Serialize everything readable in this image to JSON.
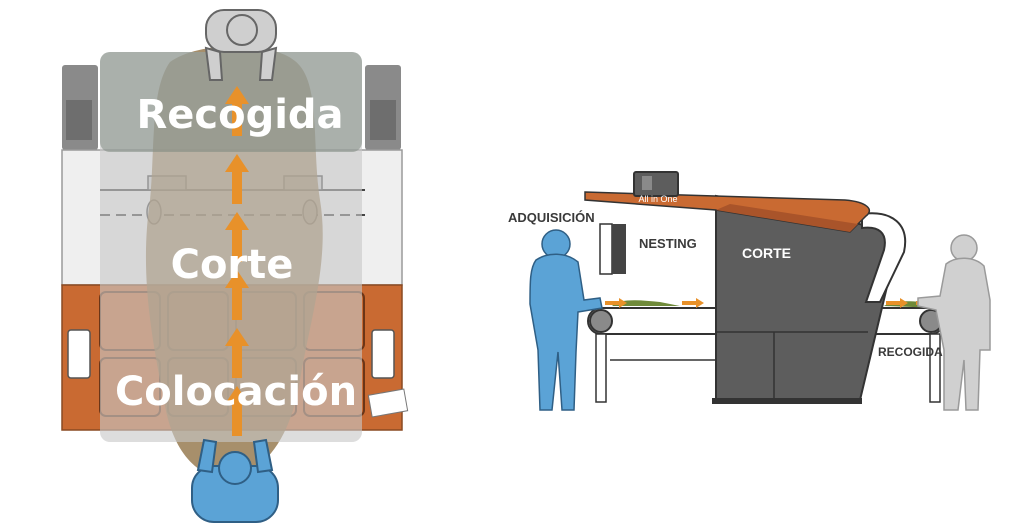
{
  "top_view": {
    "stages": [
      {
        "id": "recogida",
        "label": "Recogida"
      },
      {
        "id": "corte",
        "label": "Corte"
      },
      {
        "id": "colocacion",
        "label": "Colocación"
      }
    ]
  },
  "side_view": {
    "machine_brand": "All in One",
    "labels": {
      "adquisicion": "ADQUISICIÓN",
      "nesting": "NESTING",
      "corte": "CORTE",
      "recogida": "RECOGIDA"
    }
  },
  "colors": {
    "orange": "#c96a32",
    "arrow": "#e8912a",
    "operator_blue": "#5ba3d6",
    "operator_gray": "#cfcfcf",
    "machine_dark": "#5d5d5d"
  }
}
